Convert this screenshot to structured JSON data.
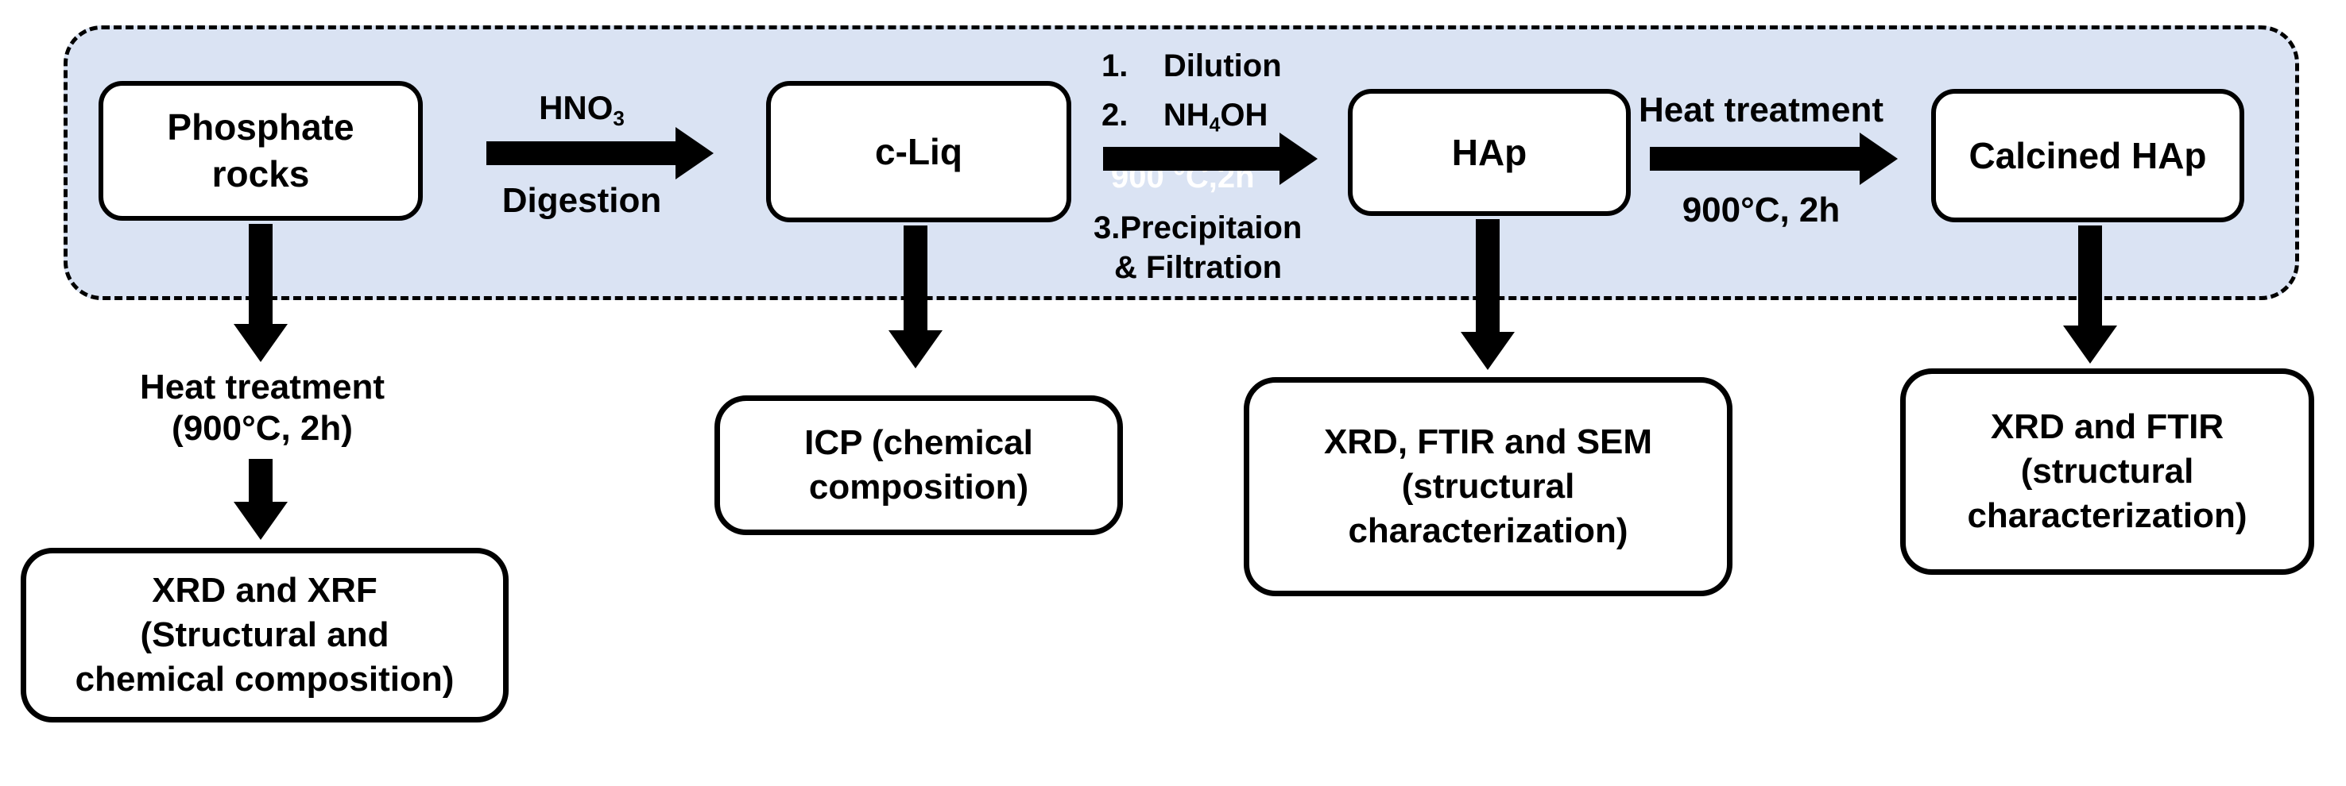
{
  "figure": {
    "description": "Flowchart of phosphate rock digestion into c-Liq, precipitation to HAp, calcination to calcined HAp, with characterization branches"
  },
  "colors": {
    "panel_fill": "#dae3f3",
    "stroke": "#000000",
    "node_fill": "#ffffff",
    "text": "#000000",
    "ghost_text": "#ffffff"
  },
  "process_nodes": {
    "phosphate_rocks": {
      "lines": [
        "Phosphate",
        "rocks"
      ]
    },
    "c_liq": {
      "lines": [
        "c-Liq"
      ]
    },
    "hap": {
      "lines": [
        "HAp"
      ]
    },
    "calcined_hap": {
      "lines": [
        "Calcined HAp"
      ]
    }
  },
  "flow_arrows": {
    "digestion": {
      "reagent_base": "HNO",
      "reagent_sub": "3",
      "label_below": "Digestion"
    },
    "precipitation": {
      "step_1": "1.    Dilution",
      "step_2_pre": "2.    NH",
      "step_2_sub": "4",
      "step_2_post": "OH",
      "step_3": "3.Precipitaion",
      "step_4": "& Filtration",
      "ghost_label": "900 °C,2h"
    },
    "calcination": {
      "label_above": "Heat treatment",
      "label_below": "900°C, 2h"
    }
  },
  "left_branch": {
    "label_line_1": "Heat treatment",
    "label_line_2": "(900°C, 2h)"
  },
  "analysis_nodes": {
    "xrd_xrf": {
      "lines": [
        "XRD and XRF",
        "(Structural and",
        "chemical composition)"
      ]
    },
    "icp": {
      "lines": [
        "ICP (chemical",
        "composition)"
      ]
    },
    "xrd_ftir_sem": {
      "lines": [
        "XRD, FTIR and SEM",
        "(structural",
        "characterization)"
      ]
    },
    "xrd_ftir": {
      "lines": [
        "XRD and FTIR",
        "(structural",
        "characterization)"
      ]
    }
  }
}
